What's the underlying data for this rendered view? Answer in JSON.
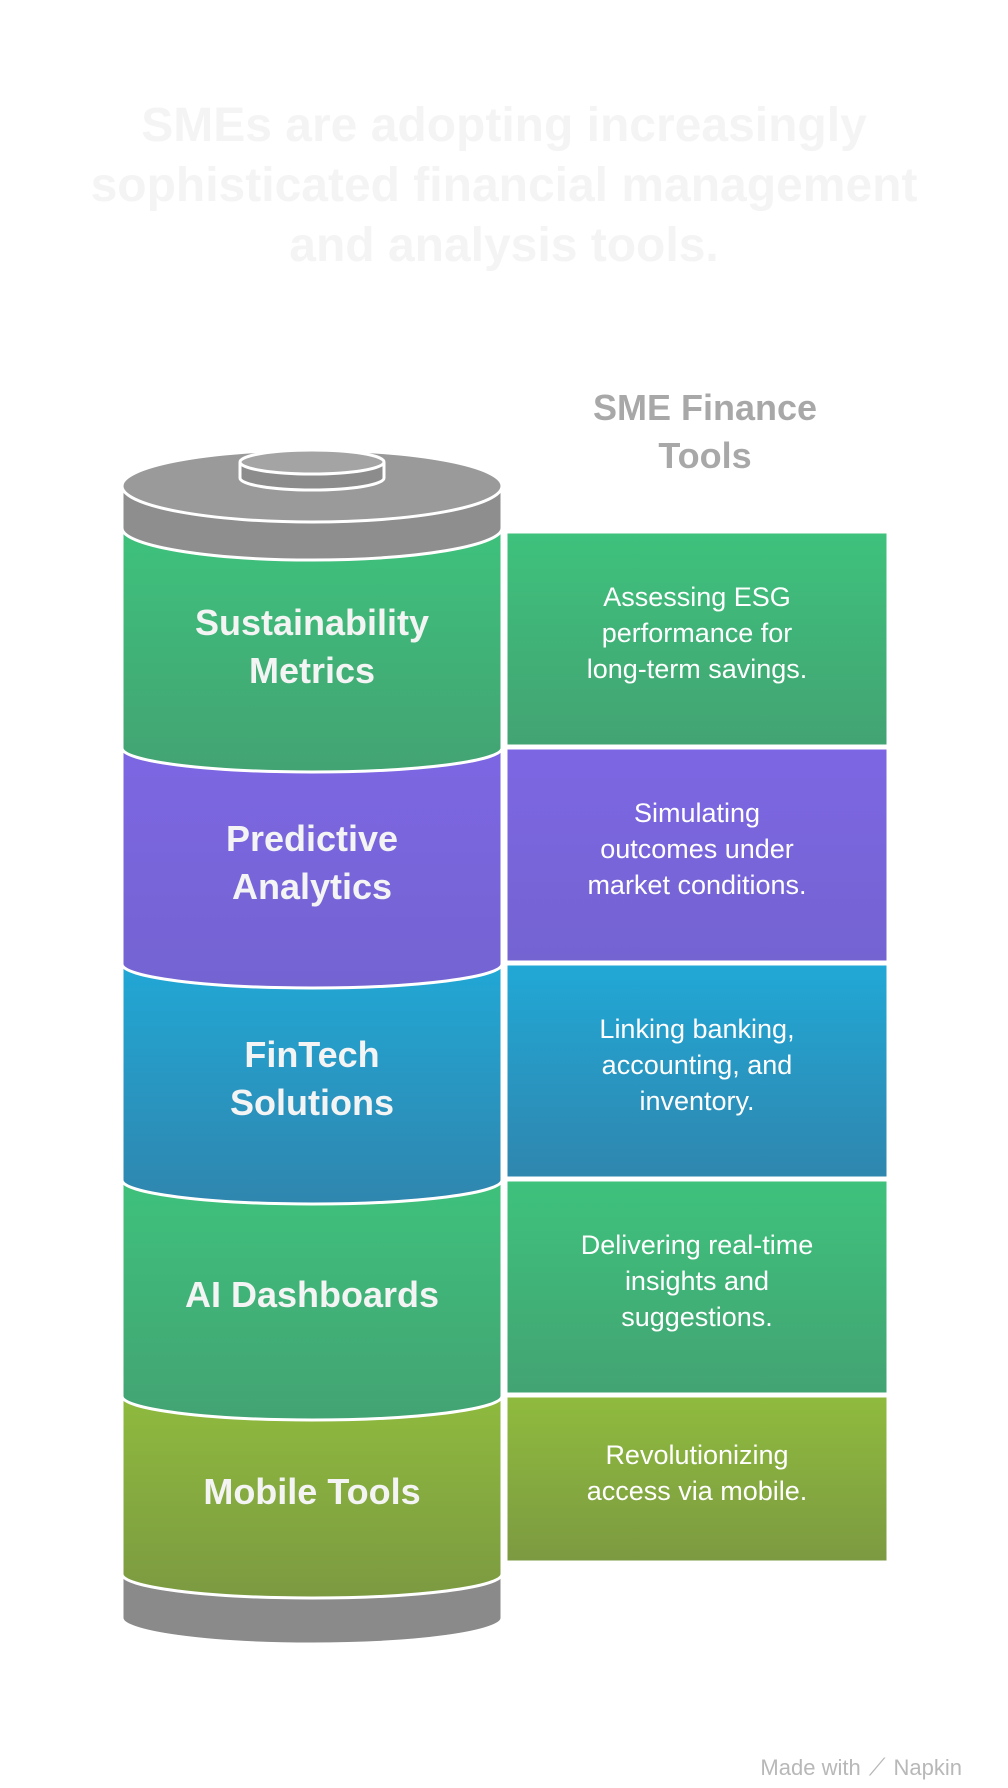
{
  "title": "SMEs are adopting increasingly sophisticated financial management and analysis tools.",
  "side_title": "SME Finance Tools",
  "layers": [
    {
      "label_lines": [
        "Sustainability",
        "Metrics"
      ],
      "desc_lines": [
        "Assessing ESG",
        "performance for",
        "long-term savings."
      ],
      "color_top": "#3ec27c",
      "color_bottom": "#43a373"
    },
    {
      "label_lines": [
        "Predictive",
        "Analytics"
      ],
      "desc_lines": [
        "Simulating",
        "outcomes under",
        "market conditions."
      ],
      "color_top": "#7d66e3",
      "color_bottom": "#7464d2"
    },
    {
      "label_lines": [
        "FinTech",
        "Solutions"
      ],
      "desc_lines": [
        "Linking banking,",
        "accounting, and",
        "inventory."
      ],
      "color_top": "#21a8d6",
      "color_bottom": "#2f86ae"
    },
    {
      "label_lines": [
        "AI Dashboards"
      ],
      "desc_lines": [
        "Delivering real-time",
        "insights and",
        "suggestions."
      ],
      "color_top": "#3ec27c",
      "color_bottom": "#43a373"
    },
    {
      "label_lines": [
        "Mobile Tools"
      ],
      "desc_lines": [
        "Revolutionizing",
        "access via mobile."
      ],
      "color_top": "#8fbb3e",
      "color_bottom": "#7c9a41"
    }
  ],
  "footer": {
    "made_with": "Made with",
    "brand": "Napkin",
    "logo_icon": "napkin-logo-icon"
  }
}
